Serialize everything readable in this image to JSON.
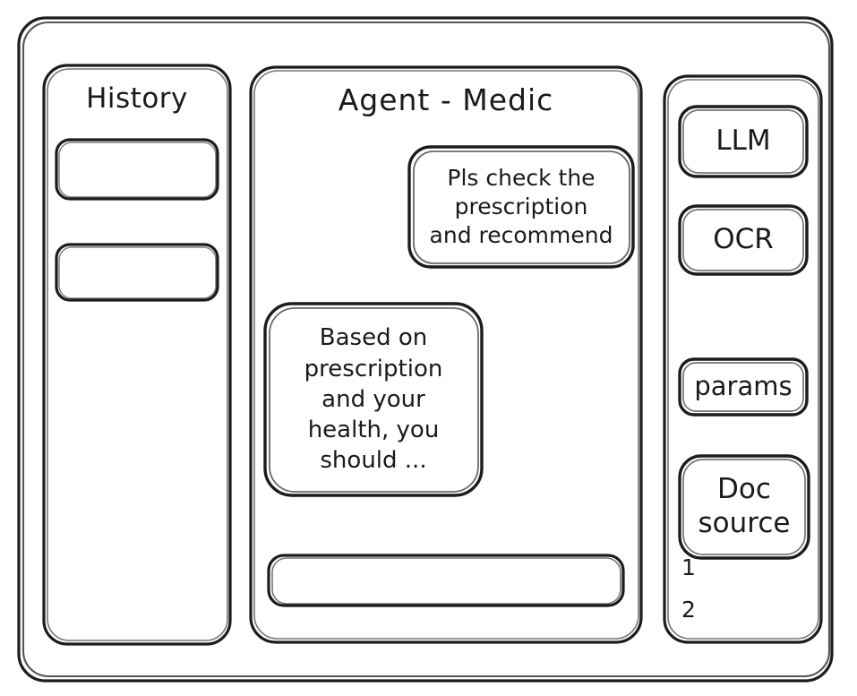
{
  "window": {
    "name": "agent-medic-wireframe"
  },
  "history": {
    "title": "History",
    "items": [
      {
        "label": ""
      },
      {
        "label": ""
      }
    ]
  },
  "agent": {
    "title": "Agent - Medic",
    "messages": [
      {
        "role": "user",
        "text": "Pls check the\nprescription\nand recommend"
      },
      {
        "role": "assistant",
        "text": "Based on\nprescription\nand your\nhealth, you\nshould ..."
      }
    ],
    "composer": {
      "value": "",
      "placeholder": ""
    }
  },
  "tools": {
    "buttons": [
      {
        "label": "LLM"
      },
      {
        "label": "OCR"
      },
      {
        "label": "params"
      }
    ],
    "doc_source": {
      "label": "Doc\nsource",
      "items": [
        "1",
        "2"
      ]
    }
  },
  "style": {
    "stroke": "#1c1c1c",
    "background": "#ffffff"
  }
}
